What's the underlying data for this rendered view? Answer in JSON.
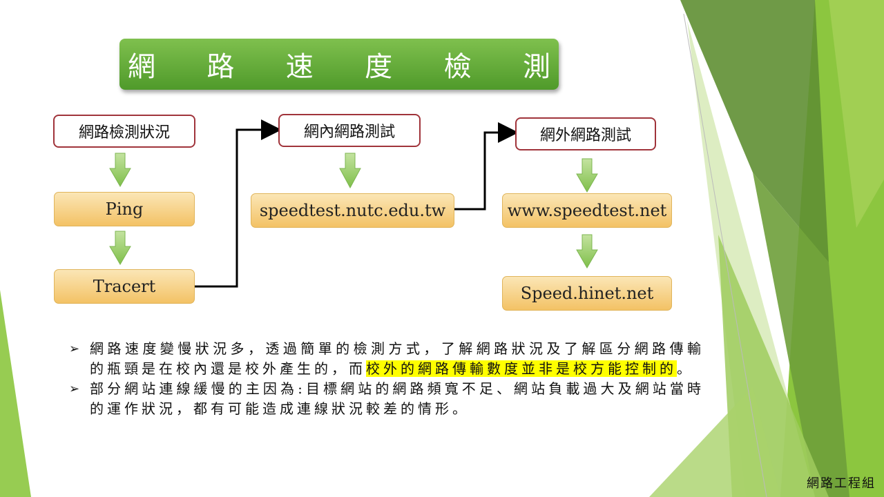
{
  "title_chars": [
    "網",
    "路",
    "速",
    "度",
    "檢",
    "測"
  ],
  "headers": {
    "status": "網路檢測狀況",
    "internal": "網內網路測試",
    "external": "網外網路測試"
  },
  "nodes": {
    "ping": "Ping",
    "tracert": "Tracert",
    "internal_site": "speedtest.nutc.edu.tw",
    "external_site_1": "www.speedtest.net",
    "external_site_2": "Speed.hinet.net"
  },
  "bullets": [
    {
      "marker": "➢",
      "text_before": "網路速度變慢狀況多，透過簡單的檢測方式，了解網路狀況及了解區分網路傳輸的瓶頸是在校內還是校外產生的，而",
      "highlight": "校外的網路傳輸數度並非是校方能控制的",
      "text_after": "。"
    },
    {
      "marker": "➢",
      "text": "部分網站連線緩慢的主因為:目標網站的網路頻寬不足、網站負載過大及網站當時的運作狀況，都有可能造成連線狀況較差的情形。"
    }
  ],
  "footer": "網路工程組",
  "colors": {
    "title_green": "#5fa935",
    "header_border": "#a0333a",
    "node_fill": "#f6cf7e",
    "arrow_green": "#8cc152",
    "highlight": "#ffff00"
  }
}
